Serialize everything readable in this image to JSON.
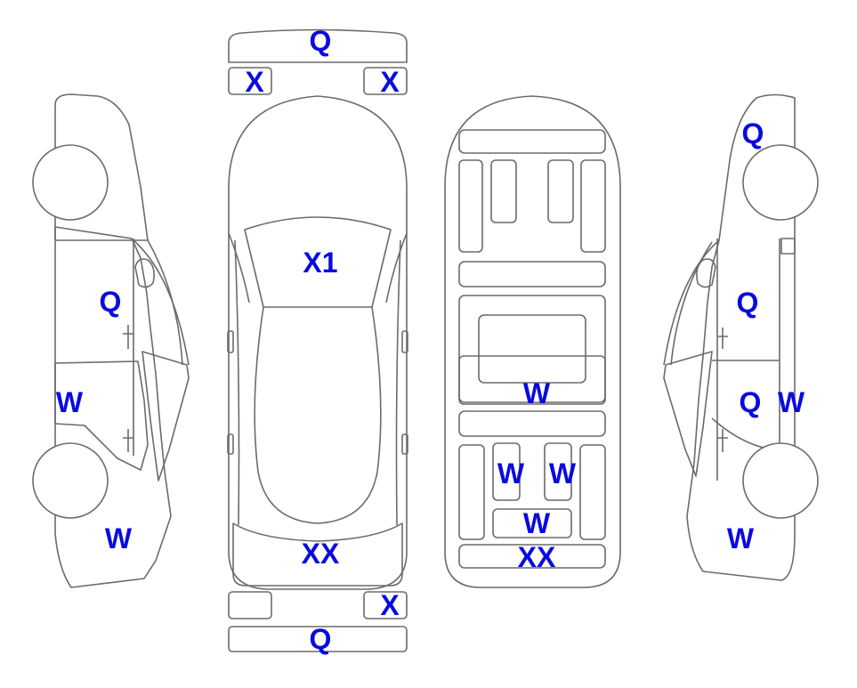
{
  "colors": {
    "damage_fill": "#F9A62B",
    "light_fill": "#DDF4FB",
    "outline": "#6B6B6B",
    "code_text": "#0A0AE0",
    "panel_white": "#FFFFFF"
  },
  "left_side": {
    "codes": [
      "Q",
      "W",
      "W"
    ]
  },
  "top_view": {
    "front_bumper_code": "Q",
    "front_left_corner_code": "X",
    "front_right_corner_code": "X",
    "windshield_code": "X1",
    "rear_window_code": "XX",
    "rear_right_corner_code": "X",
    "rear_bumper_code": "Q"
  },
  "underbody": {
    "codes": [
      "W",
      "W",
      "W",
      "W",
      "XX"
    ]
  },
  "right_side": {
    "codes": [
      "Q",
      "Q",
      "Q",
      "W",
      "W"
    ]
  }
}
